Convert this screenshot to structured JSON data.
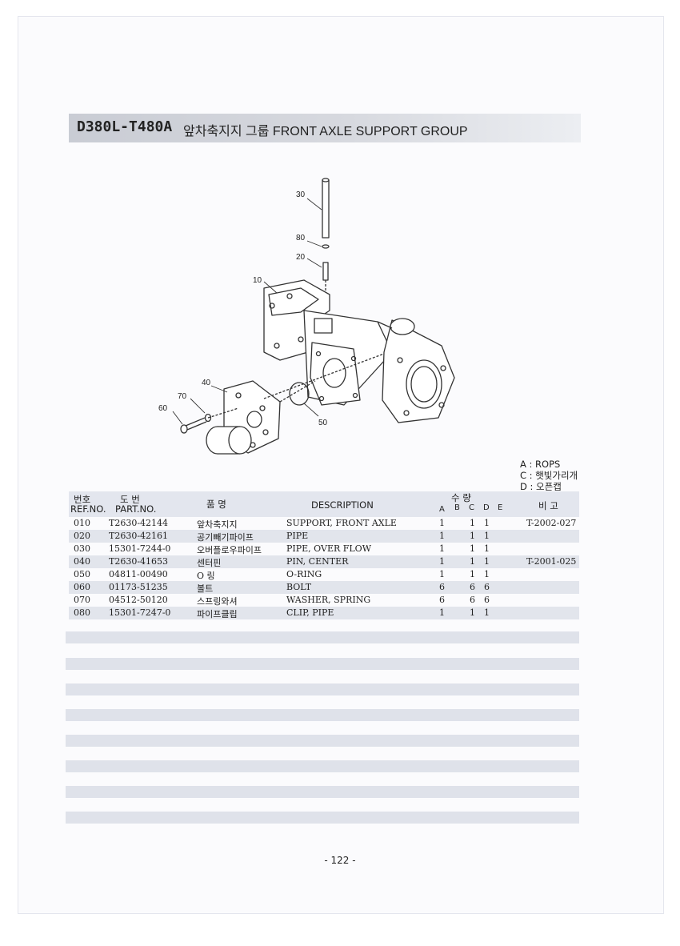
{
  "header": {
    "model": "D380L-T480A",
    "title": "앞차축지지 그룹 FRONT AXLE SUPPORT GROUP"
  },
  "diagram": {
    "callouts": [
      "30",
      "80",
      "20",
      "10",
      "40",
      "70",
      "60",
      "50"
    ]
  },
  "legend": [
    "A : ROPS",
    "C : 햇빛가리개",
    "D : 오픈캡"
  ],
  "table": {
    "col_ref_ko": "번호",
    "col_ref": "REF.NO.",
    "col_part_ko": "도    번",
    "col_part": "PART.NO.",
    "col_name_ko": "품      명",
    "col_desc": "DESCRIPTION",
    "col_qty_ko": "수      량",
    "col_qty_letters": [
      "A",
      "B",
      "C",
      "D",
      "E"
    ],
    "col_remark_ko": "비  고",
    "rows": [
      {
        "ref": "010",
        "part": "T2630-42144",
        "name": "앞차축지지",
        "desc": "SUPPORT, FRONT AXLE",
        "a": "1",
        "c": "1",
        "d": "1",
        "remark": "T-2002-027"
      },
      {
        "ref": "020",
        "part": "T2630-42161",
        "name": "공기빼기파이프",
        "desc": "PIPE",
        "a": "1",
        "c": "1",
        "d": "1",
        "remark": ""
      },
      {
        "ref": "030",
        "part": "15301-7244-0",
        "name": "오버플로우파이프",
        "desc": "PIPE, OVER FLOW",
        "a": "1",
        "c": "1",
        "d": "1",
        "remark": ""
      },
      {
        "ref": "040",
        "part": "T2630-41653",
        "name": "센터핀",
        "desc": "PIN, CENTER",
        "a": "1",
        "c": "1",
        "d": "1",
        "remark": "T-2001-025"
      },
      {
        "ref": "050",
        "part": "04811-00490",
        "name": "O 링",
        "desc": "O-RING",
        "a": "1",
        "c": "1",
        "d": "1",
        "remark": ""
      },
      {
        "ref": "060",
        "part": "01173-51235",
        "name": "볼트",
        "desc": "BOLT",
        "a": "6",
        "c": "6",
        "d": "6",
        "remark": ""
      },
      {
        "ref": "070",
        "part": "04512-50120",
        "name": "스프링와셔",
        "desc": "WASHER, SPRING",
        "a": "6",
        "c": "6",
        "d": "6",
        "remark": ""
      },
      {
        "ref": "080",
        "part": "15301-7247-0",
        "name": "파이프클립",
        "desc": "CLIP, PIPE",
        "a": "1",
        "c": "1",
        "d": "1",
        "remark": ""
      }
    ]
  },
  "footer": {
    "page": "- 122 -"
  }
}
